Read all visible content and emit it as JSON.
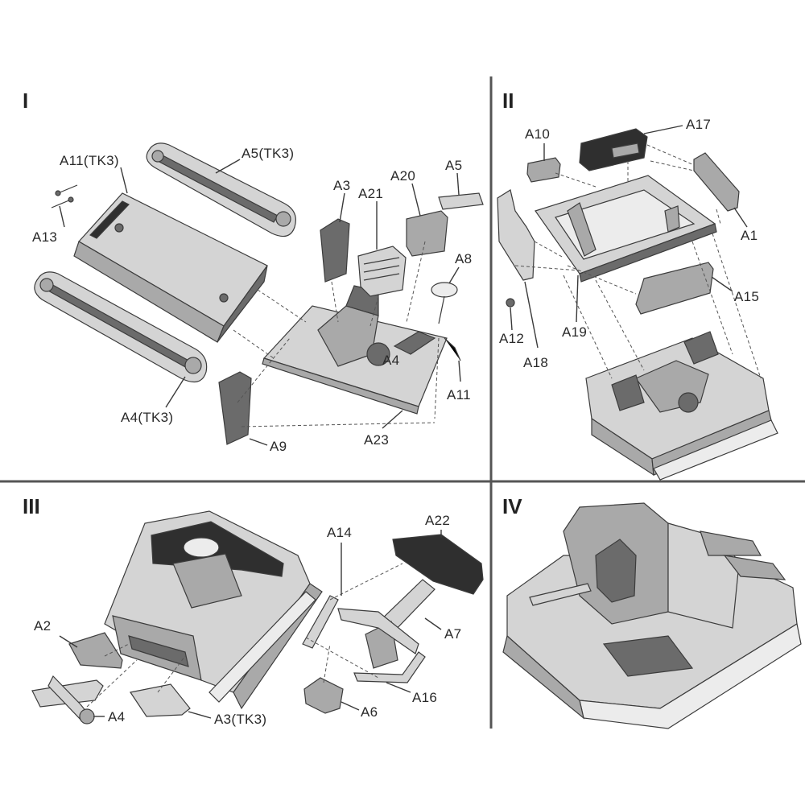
{
  "panels": [
    {
      "number": "I",
      "labels": [
        "A11(TK3)",
        "A5(TK3)",
        "A13",
        "A3",
        "A21",
        "A20",
        "A5",
        "A8",
        "A4",
        "A11",
        "A23",
        "A9",
        "A4(TK3)"
      ]
    },
    {
      "number": "II",
      "labels": [
        "A10",
        "A17",
        "A1",
        "A15",
        "A19",
        "A12",
        "A18"
      ]
    },
    {
      "number": "III",
      "labels": [
        "A14",
        "A22",
        "A7",
        "A16",
        "A6",
        "A2",
        "A4",
        "A3(TK3)"
      ]
    },
    {
      "number": "IV",
      "labels": []
    }
  ],
  "colors": {
    "background": "#ffffff",
    "divider": "#555555",
    "part_light": "#d4d4d4",
    "part_dark": "#6b6b6b"
  }
}
